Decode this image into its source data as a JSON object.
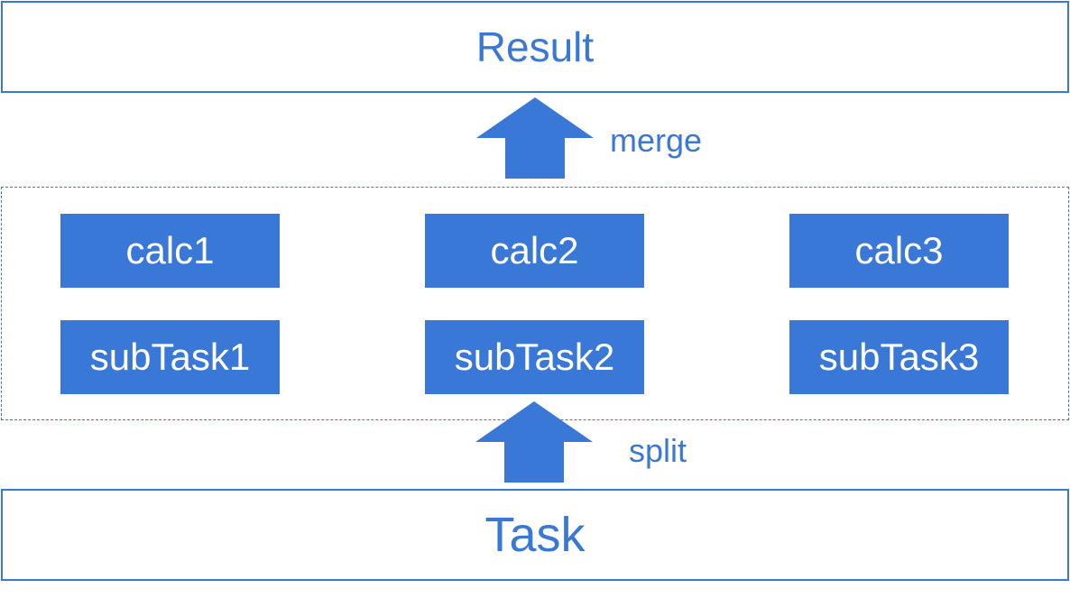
{
  "colors": {
    "accent": "#3a78d8",
    "box_text": "#ffffff",
    "background": "#ffffff"
  },
  "result": {
    "label": "Result"
  },
  "task": {
    "label": "Task"
  },
  "arrows": {
    "merge_label": "merge",
    "split_label": "split"
  },
  "columns": [
    {
      "calc": "calc1",
      "subtask": "subTask1"
    },
    {
      "calc": "calc2",
      "subtask": "subTask2"
    },
    {
      "calc": "calc3",
      "subtask": "subTask3"
    }
  ]
}
